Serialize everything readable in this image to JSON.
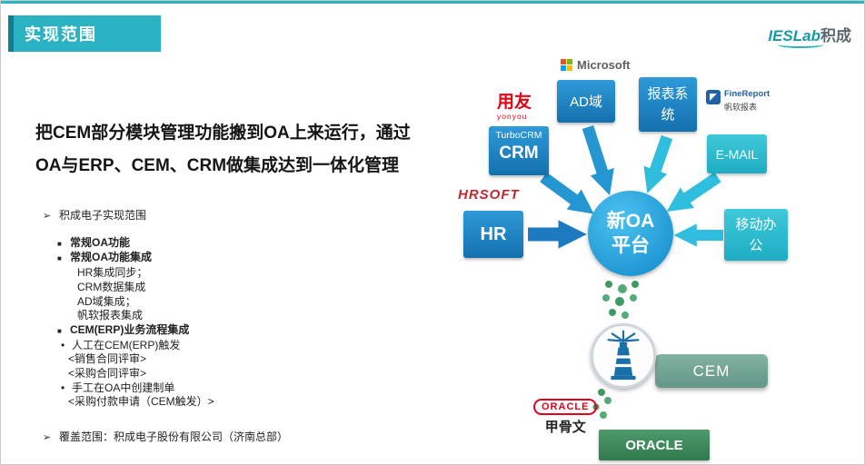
{
  "header": {
    "title": "实现范围",
    "logo_brand": "IESLab",
    "logo_suffix": "积成"
  },
  "heading": {
    "line1": "把CEM部分模块管理功能搬到OA上来运行，通过",
    "line2": "OA与ERP、CEM、CRM做集成达到一体化管理"
  },
  "outline": {
    "items": [
      {
        "bullet": "➢",
        "text": "积成电子实现范围"
      },
      {
        "bullet": "■",
        "text": "常规OA功能"
      },
      {
        "bullet": "■",
        "text": "常规OA功能集成"
      },
      {
        "text": "HR集成同步；"
      },
      {
        "text": "CRM数据集成"
      },
      {
        "text": "AD域集成；"
      },
      {
        "text": "帆软报表集成"
      },
      {
        "bullet": "■",
        "text": "CEM(ERP)业务流程集成"
      },
      {
        "bullet": "•",
        "text": "人工在CEM(ERP)触发"
      },
      {
        "text": "<销售合同评审>"
      },
      {
        "text": "<采购合同评审>"
      },
      {
        "bullet": "•",
        "text": "手工在OA中创建制单"
      },
      {
        "text": "<采购付款申请（CEM触发）>"
      },
      {
        "bullet": "➢",
        "text": "覆盖范围：积成电子股份有限公司（济南总部）"
      }
    ]
  },
  "diagram": {
    "center": {
      "line1": "新OA",
      "line2": "平台"
    },
    "microsoft": {
      "label": "Microsoft"
    },
    "ad": {
      "label": "AD域"
    },
    "report": {
      "line1": "报表系",
      "line2": "统"
    },
    "finereport": {
      "name": "FineReport",
      "cn": "帆软报表"
    },
    "yonyou": {
      "cn": "用友",
      "en": "yonyou"
    },
    "crm": {
      "product": "TurboCRM",
      "label": "CRM"
    },
    "email": {
      "label": "E-MAIL"
    },
    "hrsoft": {
      "name": "HRSOFT"
    },
    "hr": {
      "label": "HR"
    },
    "mobile": {
      "line1": "移动办",
      "line2": "公"
    },
    "cem": {
      "label": "CEM"
    },
    "oracle": {
      "badge": "ORACLE",
      "cn": "甲骨文",
      "label": "ORACLE"
    }
  },
  "colors": {
    "teal": "#2cb3c3",
    "teal_dark": "#0f7f92",
    "box_blue": "#1d86c8",
    "box_cyan": "#2fc1d8",
    "circle_blue": "#1f97d3",
    "green_dot": "#3e9a62",
    "cem_green": "#6ca395",
    "oracle_green": "#3f8f5f",
    "oracle_red": "#e3001b",
    "yonyou_red": "#e60012"
  }
}
